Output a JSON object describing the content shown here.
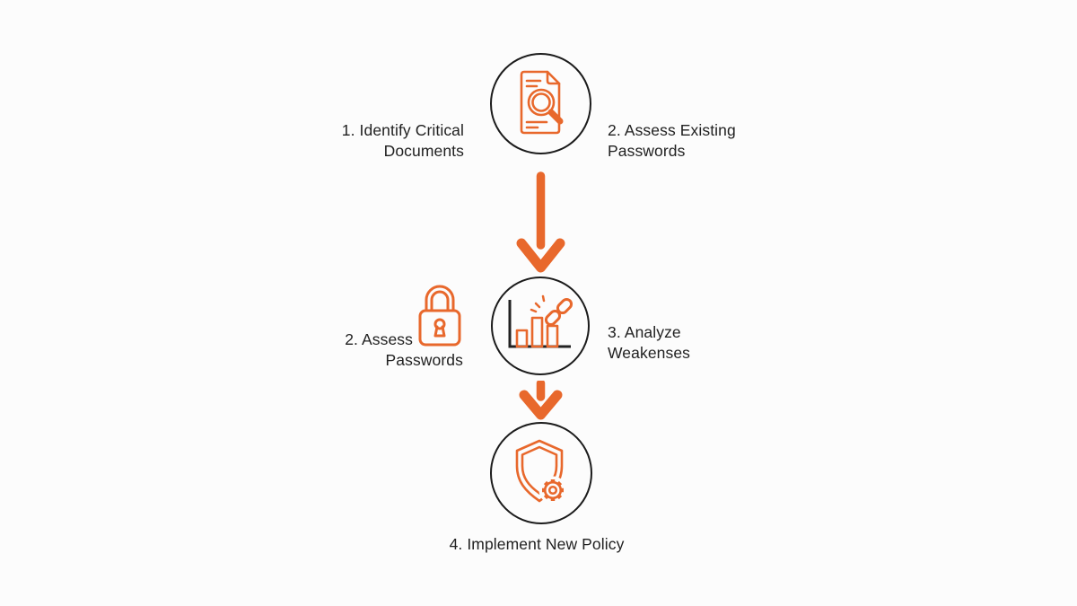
{
  "colors": {
    "background": "#fcfcfc",
    "accent": "#e8682c",
    "circle_outline": "#1b1b1b",
    "text": "#212121"
  },
  "diagram": {
    "step1": {
      "icon": "document-magnifier-icon",
      "left_label": "1. Identify Critical Documents",
      "right_label": "2. Assess Existing Passwords"
    },
    "step2": {
      "icon": "bar-chart-broken-link-icon",
      "side_icon": "padlock-icon",
      "left_label_lines": [
        "2. Assess",
        "Passwords"
      ],
      "right_label": "3. Analyze Weakenses"
    },
    "step3": {
      "icon": "shield-gear-icon",
      "bottom_label": "4. Implement New Policy"
    }
  }
}
